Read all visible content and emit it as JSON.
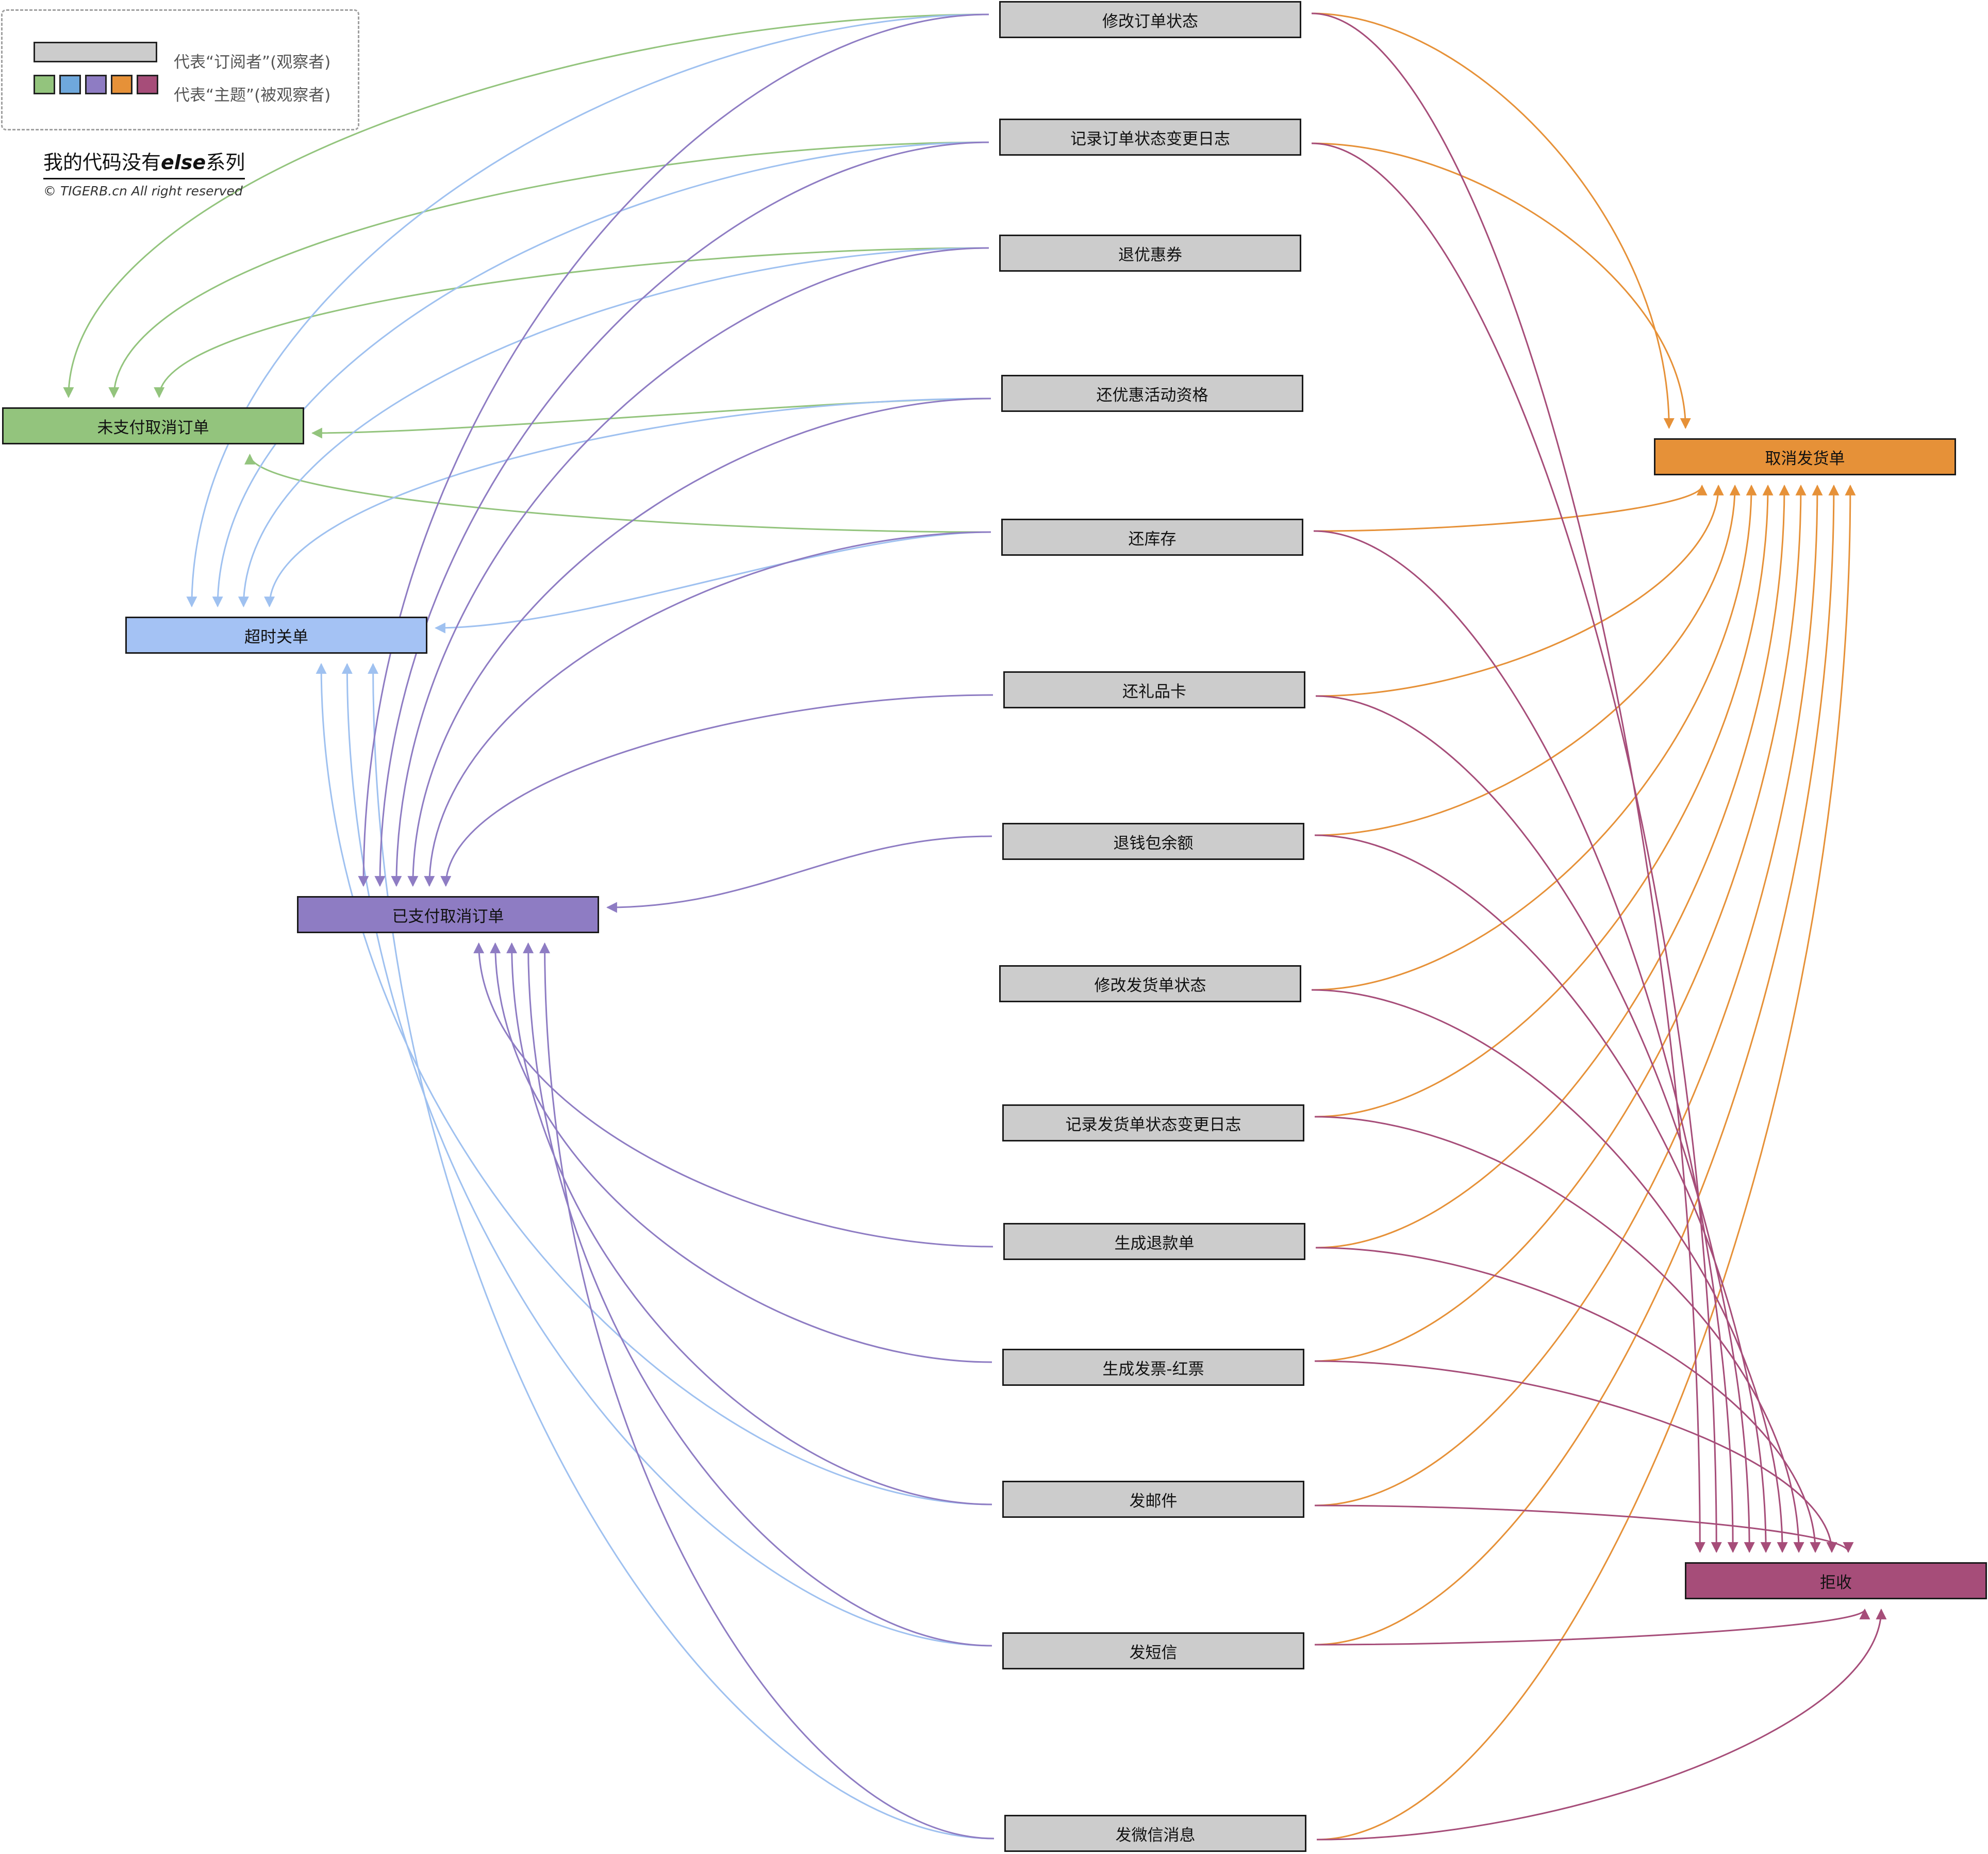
{
  "legend": {
    "observer_text": "代表“订阅者”(观察者)",
    "subject_text": "代表“主题”(被观察者)"
  },
  "brand": {
    "title_prefix": "我的代码没有",
    "title_emph": "else",
    "title_suffix": "系列",
    "copyright": "© TIGERB.cn All right reserved"
  },
  "colors": {
    "observer": "#cccccc",
    "green": "#93c47d",
    "blue": "#a4c2f4",
    "purple": "#8e7cc3",
    "orange": "#e69138",
    "magenta": "#a64d79"
  },
  "subjects": [
    {
      "id": "unpaid",
      "label": "未支付取消订单",
      "color": "green"
    },
    {
      "id": "timeout",
      "label": "超时关单",
      "color": "blue"
    },
    {
      "id": "paid",
      "label": "已支付取消订单",
      "color": "purple"
    },
    {
      "id": "cancelship",
      "label": "取消发货单",
      "color": "orange"
    },
    {
      "id": "reject",
      "label": "拒收",
      "color": "magenta"
    }
  ],
  "observers": [
    {
      "id": "o1",
      "label": "修改订单状态"
    },
    {
      "id": "o2",
      "label": "记录订单状态变更日志"
    },
    {
      "id": "o3",
      "label": "退优惠券"
    },
    {
      "id": "o4",
      "label": "还优惠活动资格"
    },
    {
      "id": "o5",
      "label": "还库存"
    },
    {
      "id": "o6",
      "label": "还礼品卡"
    },
    {
      "id": "o7",
      "label": "退钱包余额"
    },
    {
      "id": "o8",
      "label": "修改发货单状态"
    },
    {
      "id": "o9",
      "label": "记录发货单状态变更日志"
    },
    {
      "id": "o10",
      "label": "生成退款单"
    },
    {
      "id": "o11",
      "label": "生成发票-红票"
    },
    {
      "id": "o12",
      "label": "发邮件"
    },
    {
      "id": "o13",
      "label": "发短信"
    },
    {
      "id": "o14",
      "label": "发微信消息"
    }
  ],
  "edges": [
    {
      "from": "o1",
      "to": "unpaid"
    },
    {
      "from": "o2",
      "to": "unpaid"
    },
    {
      "from": "o3",
      "to": "unpaid"
    },
    {
      "from": "o4",
      "to": "unpaid"
    },
    {
      "from": "o5",
      "to": "unpaid"
    },
    {
      "from": "o1",
      "to": "timeout"
    },
    {
      "from": "o2",
      "to": "timeout"
    },
    {
      "from": "o3",
      "to": "timeout"
    },
    {
      "from": "o4",
      "to": "timeout"
    },
    {
      "from": "o5",
      "to": "timeout"
    },
    {
      "from": "o12",
      "to": "timeout"
    },
    {
      "from": "o13",
      "to": "timeout"
    },
    {
      "from": "o14",
      "to": "timeout"
    },
    {
      "from": "o1",
      "to": "paid"
    },
    {
      "from": "o2",
      "to": "paid"
    },
    {
      "from": "o3",
      "to": "paid"
    },
    {
      "from": "o4",
      "to": "paid"
    },
    {
      "from": "o5",
      "to": "paid"
    },
    {
      "from": "o6",
      "to": "paid"
    },
    {
      "from": "o7",
      "to": "paid"
    },
    {
      "from": "o10",
      "to": "paid"
    },
    {
      "from": "o11",
      "to": "paid"
    },
    {
      "from": "o12",
      "to": "paid"
    },
    {
      "from": "o13",
      "to": "paid"
    },
    {
      "from": "o14",
      "to": "paid"
    },
    {
      "from": "o1",
      "to": "cancelship"
    },
    {
      "from": "o2",
      "to": "cancelship"
    },
    {
      "from": "o5",
      "to": "cancelship"
    },
    {
      "from": "o6",
      "to": "cancelship"
    },
    {
      "from": "o7",
      "to": "cancelship"
    },
    {
      "from": "o8",
      "to": "cancelship"
    },
    {
      "from": "o9",
      "to": "cancelship"
    },
    {
      "from": "o10",
      "to": "cancelship"
    },
    {
      "from": "o11",
      "to": "cancelship"
    },
    {
      "from": "o12",
      "to": "cancelship"
    },
    {
      "from": "o13",
      "to": "cancelship"
    },
    {
      "from": "o14",
      "to": "cancelship"
    },
    {
      "from": "o1",
      "to": "reject"
    },
    {
      "from": "o2",
      "to": "reject"
    },
    {
      "from": "o5",
      "to": "reject"
    },
    {
      "from": "o6",
      "to": "reject"
    },
    {
      "from": "o7",
      "to": "reject"
    },
    {
      "from": "o8",
      "to": "reject"
    },
    {
      "from": "o9",
      "to": "reject"
    },
    {
      "from": "o10",
      "to": "reject"
    },
    {
      "from": "o11",
      "to": "reject"
    },
    {
      "from": "o12",
      "to": "reject"
    },
    {
      "from": "o13",
      "to": "reject"
    },
    {
      "from": "o14",
      "to": "reject"
    }
  ]
}
